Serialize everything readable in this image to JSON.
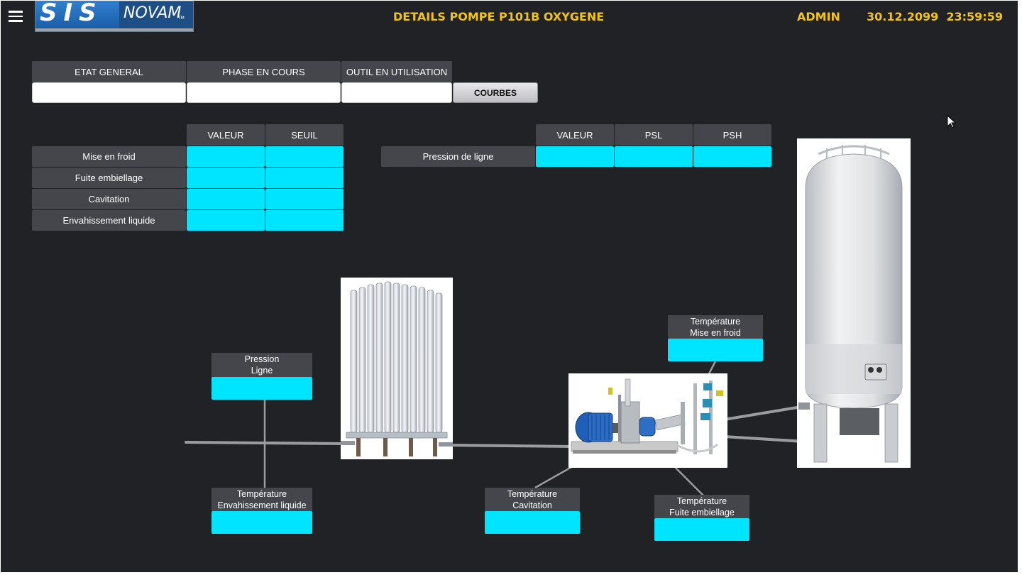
{
  "header": {
    "title": "DETAILS POMPE P101B OXYGENE",
    "user": "ADMIN",
    "datetime": "30.12.2099  23:59:59",
    "logo_text_left": "SIS",
    "logo_text_right": "NOVAM",
    "logo_tm": "TM"
  },
  "status": {
    "etat_general_label": "ETAT GENERAL",
    "phase_label": "PHASE EN COURS",
    "outil_label": "OUTIL EN UTILISATION",
    "etat_general_value": "",
    "phase_value": "",
    "outil_value": "",
    "courbes_button": "COURBES"
  },
  "table_left": {
    "col_valeur": "VALEUR",
    "col_seuil": "SEUIL",
    "rows": [
      {
        "label": "Mise en froid"
      },
      {
        "label": "Fuite embiellage"
      },
      {
        "label": "Cavitation"
      },
      {
        "label": "Envahissement liquide"
      }
    ]
  },
  "table_right": {
    "col_valeur": "VALEUR",
    "col_psl": "PSL",
    "col_psh": "PSH",
    "row_label": "Pression de ligne"
  },
  "sensors": {
    "pression_ligne": {
      "line1": "Pression",
      "line2": "Ligne"
    },
    "temp_envahissement": {
      "line1": "Température",
      "line2": "Envahissement liquide"
    },
    "temp_cavitation": {
      "line1": "Température",
      "line2": "Cavitation"
    },
    "temp_mise_en_froid": {
      "line1": "Température",
      "line2": "Mise en froid"
    },
    "temp_fuite": {
      "line1": "Température",
      "line2": "Fuite embiellage"
    }
  },
  "colors": {
    "background": "#212226",
    "accent_yellow": "#f2c31b",
    "value_cyan": "#00e5ff",
    "label_gray": "#44464c"
  },
  "icons": {
    "menu": "hamburger-menu-icon",
    "cursor": "mouse-cursor-icon"
  }
}
